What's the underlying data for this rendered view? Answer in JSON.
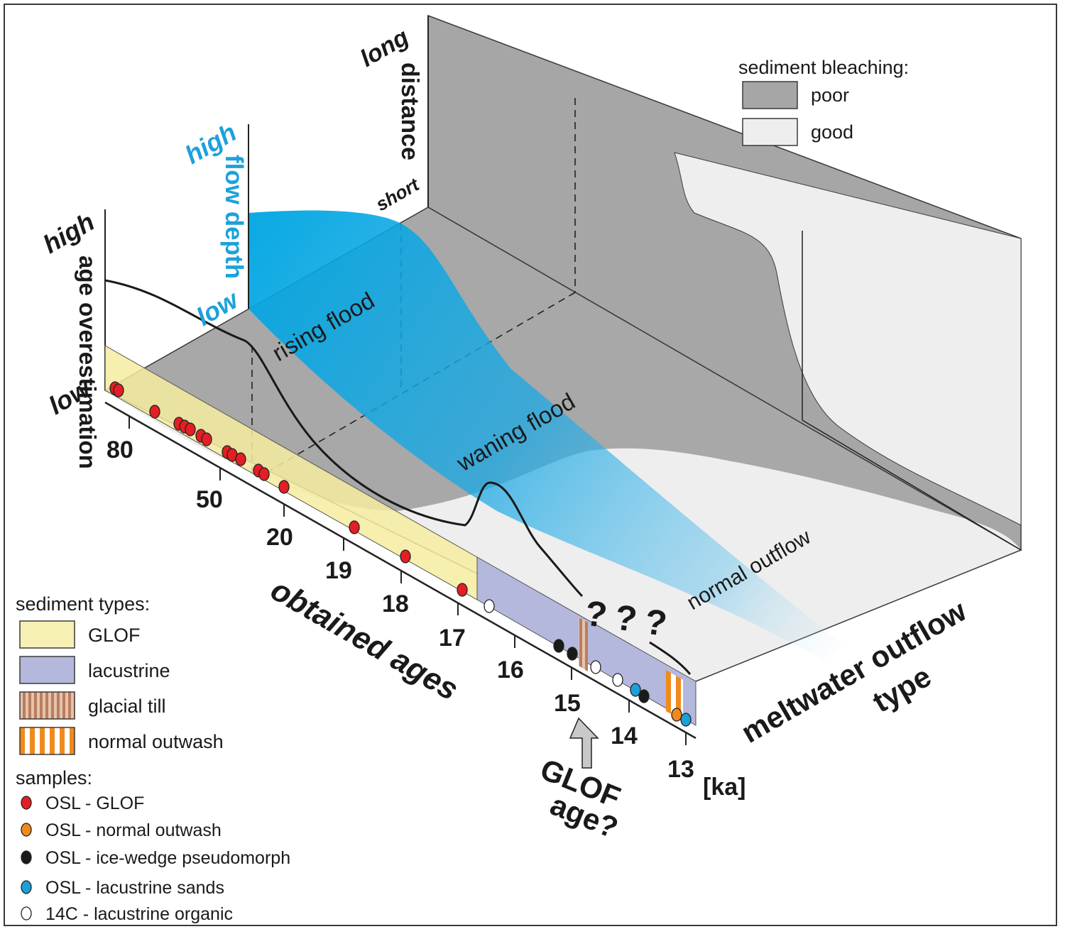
{
  "axes": {
    "age_overestimation": {
      "label": "age overestimation",
      "high": "high",
      "low": "low"
    },
    "flow_depth": {
      "label": "flow depth",
      "high": "high",
      "low": "low"
    },
    "distance": {
      "label": "distance",
      "long": "long",
      "short": "short"
    },
    "obtained_ages": {
      "label": "obtained ages",
      "unit": "[ka]",
      "ticks": [
        "80",
        "50",
        "20",
        "19",
        "18",
        "17",
        "16",
        "15",
        "14",
        "13"
      ]
    },
    "outflow_type": {
      "line1": "meltwater outflow",
      "line2": "type"
    }
  },
  "phases": {
    "rising": "rising flood",
    "waning": "waning flood",
    "normal": "normal outflow"
  },
  "question_marks": "???",
  "glof_age": {
    "line1": "GLOF",
    "line2": "age?"
  },
  "bleaching_legend": {
    "title": "sediment bleaching:",
    "items": [
      {
        "label": "poor",
        "color": "#a6a6a6"
      },
      {
        "label": "good",
        "color": "#eeeeee"
      }
    ]
  },
  "sediment_legend": {
    "title": "sediment types:",
    "items": [
      {
        "label": "GLOF",
        "color": "#f7f0b4"
      },
      {
        "label": "lacustrine",
        "color": "#b4b8dc"
      },
      {
        "label": "glacial till",
        "color": "#c9977a"
      },
      {
        "label": "normal outwash",
        "color": "#f39122"
      }
    ]
  },
  "samples_legend": {
    "title": "samples:",
    "items": [
      {
        "label": "OSL - GLOF",
        "color": "#e31e24"
      },
      {
        "label": "OSL - normal outwash",
        "color": "#f08a1c"
      },
      {
        "label": "OSL - ice-wedge pseudomorph",
        "color": "#1a1a1a"
      },
      {
        "label": "OSL - lacustrine sands",
        "color": "#1d9fd9"
      },
      {
        "label": "14C - lacustrine organic",
        "color": "#ffffff"
      }
    ]
  },
  "colors": {
    "flood_blue": "#0aa9e0",
    "poor_bleaching": "#a6a6a6",
    "good_bleaching": "#eeeeee"
  }
}
